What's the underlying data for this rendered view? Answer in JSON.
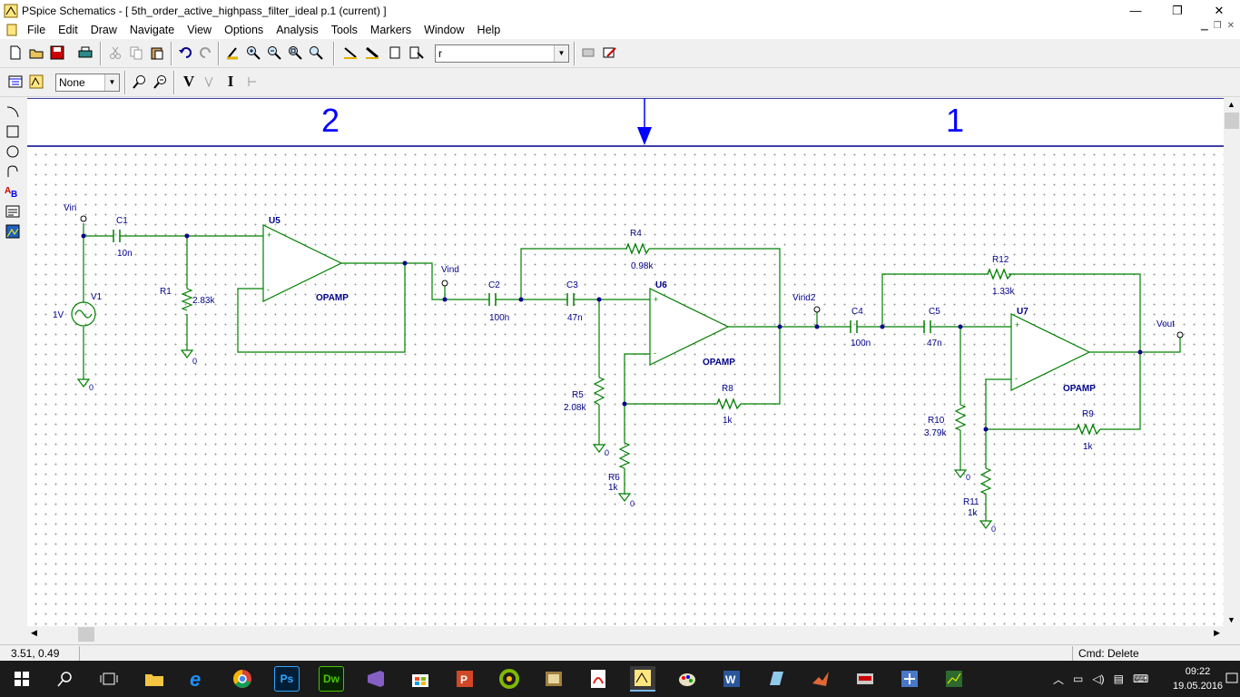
{
  "window": {
    "title": "PSpice Schematics - [ 5th_order_active_highpass_filter_ideal  p.1 (current)  ]",
    "minimize": "—",
    "maximize": "❐",
    "close": "✕"
  },
  "menu": [
    "File",
    "Edit",
    "Draw",
    "Navigate",
    "View",
    "Options",
    "Analysis",
    "Tools",
    "Markers",
    "Window",
    "Help"
  ],
  "toolbar1": {
    "part_combo_value": "r",
    "icons": [
      "new-icon",
      "open-icon",
      "save-icon",
      "print-icon",
      "cut-icon",
      "copy-icon",
      "paste-icon",
      "undo-icon",
      "redo-icon",
      "redraw-icon",
      "zoom-in-icon",
      "zoom-out-icon",
      "zoom-area-icon",
      "zoom-fit-icon",
      "draw-wire-icon",
      "draw-bus-icon",
      "draw-block-icon",
      "get-part-icon",
      "edit-attributes-icon",
      "edit-symbol-icon"
    ]
  },
  "toolbar2": {
    "none_combo_value": "None",
    "v_marker": "V",
    "i_marker": "I"
  },
  "border": {
    "zone_left": "2",
    "zone_right": "1"
  },
  "schematic": {
    "nets": {
      "vin": "Vin",
      "vind": "Vind",
      "vind2": "Vind2",
      "vout": "Vout"
    },
    "source": {
      "name": "V1",
      "value": "1V",
      "ground": "0"
    },
    "parts": {
      "C1": {
        "name": "C1",
        "value": "10n"
      },
      "R1": {
        "name": "R1",
        "value": "2.83k",
        "ground": "0"
      },
      "U5": {
        "name": "U5",
        "type": "OPAMP"
      },
      "C2": {
        "name": "C2",
        "value": "100n"
      },
      "C3": {
        "name": "C3",
        "value": "47n"
      },
      "R4": {
        "name": "R4",
        "value": "0.98k"
      },
      "U6": {
        "name": "U6",
        "type": "OPAMP"
      },
      "R5": {
        "name": "R5",
        "value": "2.08k",
        "ground": "0"
      },
      "R6": {
        "name": "R6",
        "value": "1k",
        "ground": "0"
      },
      "R8": {
        "name": "R8",
        "value": "1k"
      },
      "C4": {
        "name": "C4",
        "value": "100n"
      },
      "C5": {
        "name": "C5",
        "value": "47n"
      },
      "R12": {
        "name": "R12",
        "value": "1.33k"
      },
      "U7": {
        "name": "U7",
        "type": "OPAMP"
      },
      "R10": {
        "name": "R10",
        "value": "3.79k",
        "ground": "0"
      },
      "R11": {
        "name": "R11",
        "value": "1k",
        "ground": "0"
      },
      "R9": {
        "name": "R9",
        "value": "1k"
      }
    },
    "plus": "+",
    "minus": "-"
  },
  "status": {
    "coords": "3.51,  0.49",
    "cmd": "Cmd: Delete"
  },
  "taskbar": {
    "apps": [
      "file-explorer",
      "internet-explorer",
      "chrome",
      "photoshop",
      "dreamweaver",
      "visual-studio",
      "store",
      "powerpoint",
      "corel",
      "capture",
      "acrobat",
      "pspice-schematics",
      "paint",
      "word",
      "notepad",
      "matlab",
      "tool-a",
      "tool-b",
      "tool-c"
    ],
    "time": "09:22",
    "date": "19.05.2016",
    "ps_label": "Ps",
    "dw_label": "Dw"
  },
  "colors": {
    "wire": "#008000",
    "part": "#008000",
    "label": "#0000ff",
    "border": "#00008b"
  }
}
